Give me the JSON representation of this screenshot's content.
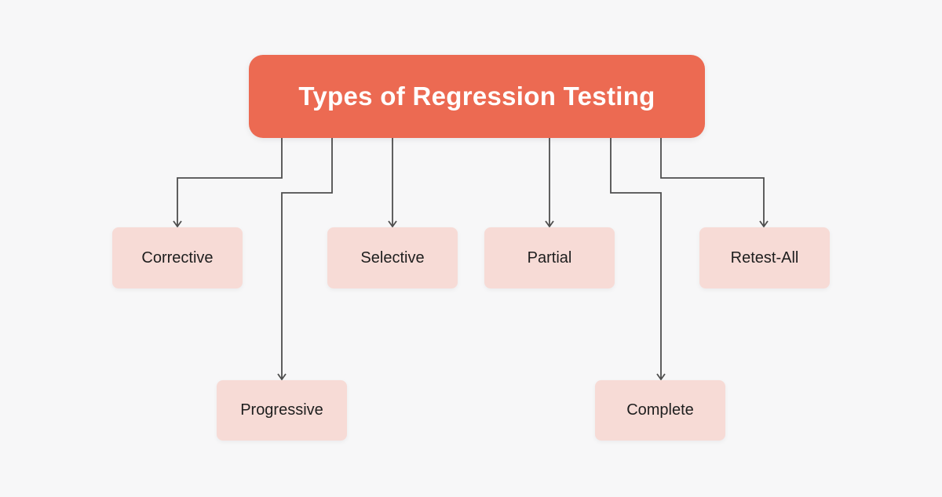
{
  "diagram": {
    "title": "Types of Regression Testing",
    "nodes": [
      {
        "id": "corrective",
        "label": "Corrective"
      },
      {
        "id": "selective",
        "label": "Selective"
      },
      {
        "id": "partial",
        "label": "Partial"
      },
      {
        "id": "retest-all",
        "label": "Retest-All"
      },
      {
        "id": "progressive",
        "label": "Progressive"
      },
      {
        "id": "complete",
        "label": "Complete"
      }
    ],
    "colors": {
      "background": "#F7F7F8",
      "header_bg": "#EC6A52",
      "header_text": "#FFFFFF",
      "node_bg": "#F7DBD6",
      "node_text": "#1E1E1E",
      "connector": "#4E4E4E"
    }
  }
}
